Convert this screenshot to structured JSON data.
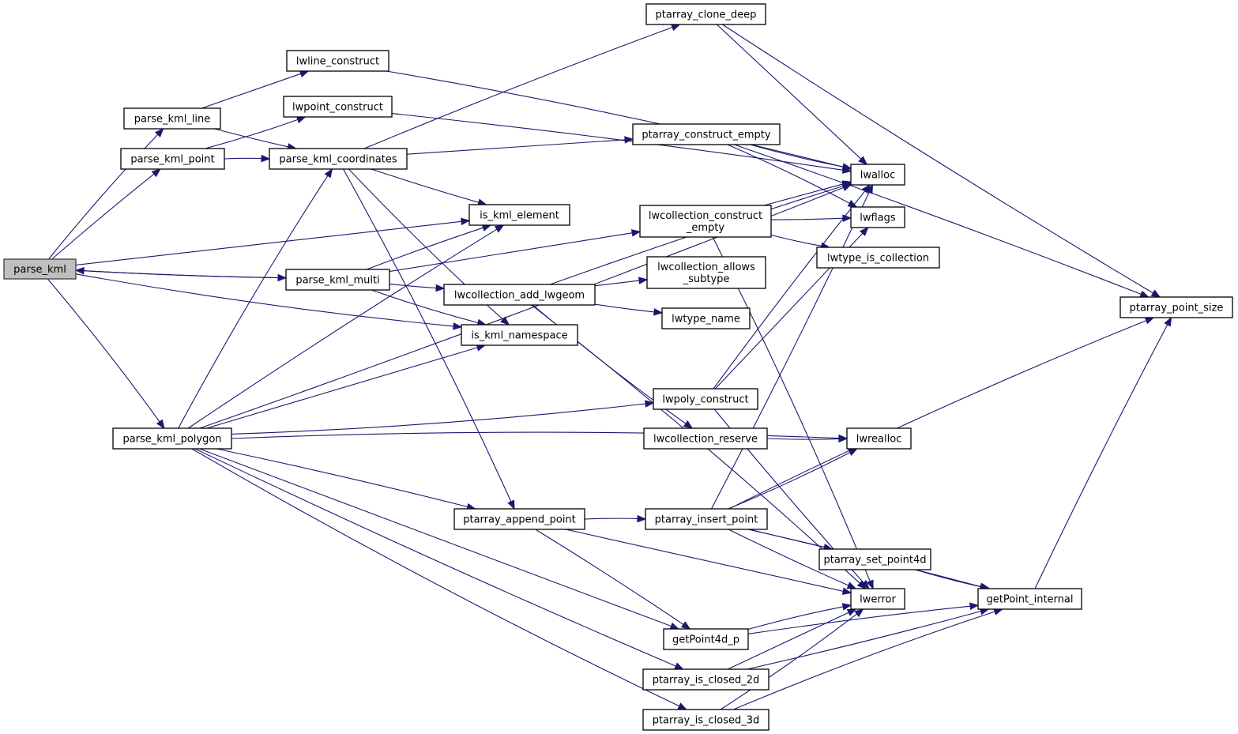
{
  "title": "parse_kml call graph",
  "colors": {
    "edge": "#191970",
    "root_fill": "#bfbfbf",
    "node_fill": "#ffffff",
    "node_border": "#000000"
  },
  "nodes": [
    {
      "id": "parse_kml",
      "lines": [
        "parse_kml"
      ],
      "root": true
    },
    {
      "id": "parse_kml_line",
      "lines": [
        "parse_kml_line"
      ]
    },
    {
      "id": "parse_kml_point",
      "lines": [
        "parse_kml_point"
      ]
    },
    {
      "id": "parse_kml_multi",
      "lines": [
        "parse_kml_multi"
      ]
    },
    {
      "id": "parse_kml_polygon",
      "lines": [
        "parse_kml_polygon"
      ]
    },
    {
      "id": "lwline_construct",
      "lines": [
        "lwline_construct"
      ]
    },
    {
      "id": "lwpoint_construct",
      "lines": [
        "lwpoint_construct"
      ]
    },
    {
      "id": "parse_kml_coordinates",
      "lines": [
        "parse_kml_coordinates"
      ]
    },
    {
      "id": "ptarray_clone_deep",
      "lines": [
        "ptarray_clone_deep"
      ]
    },
    {
      "id": "ptarray_construct_empty",
      "lines": [
        "ptarray_construct_empty"
      ]
    },
    {
      "id": "is_kml_element",
      "lines": [
        "is_kml_element"
      ]
    },
    {
      "id": "lwcollection_construct_empty",
      "lines": [
        "lwcollection_construct",
        "_empty"
      ]
    },
    {
      "id": "lwcollection_allows_subtype",
      "lines": [
        "lwcollection_allows",
        "_subtype"
      ]
    },
    {
      "id": "lwcollection_add_lwgeom",
      "lines": [
        "lwcollection_add_lwgeom"
      ]
    },
    {
      "id": "lwtype_name",
      "lines": [
        "lwtype_name"
      ]
    },
    {
      "id": "is_kml_namespace",
      "lines": [
        "is_kml_namespace"
      ]
    },
    {
      "id": "lwpoly_construct",
      "lines": [
        "lwpoly_construct"
      ]
    },
    {
      "id": "lwcollection_reserve",
      "lines": [
        "lwcollection_reserve"
      ]
    },
    {
      "id": "ptarray_append_point",
      "lines": [
        "ptarray_append_point"
      ]
    },
    {
      "id": "ptarray_insert_point",
      "lines": [
        "ptarray_insert_point"
      ]
    },
    {
      "id": "getPoint4d_p",
      "lines": [
        "getPoint4d_p"
      ]
    },
    {
      "id": "ptarray_is_closed_2d",
      "lines": [
        "ptarray_is_closed_2d"
      ]
    },
    {
      "id": "ptarray_is_closed_3d",
      "lines": [
        "ptarray_is_closed_3d"
      ]
    },
    {
      "id": "lwalloc",
      "lines": [
        "lwalloc"
      ]
    },
    {
      "id": "lwflags",
      "lines": [
        "lwflags"
      ]
    },
    {
      "id": "lwtype_is_collection",
      "lines": [
        "lwtype_is_collection"
      ]
    },
    {
      "id": "lwrealloc",
      "lines": [
        "lwrealloc"
      ]
    },
    {
      "id": "ptarray_set_point4d",
      "lines": [
        "ptarray_set_point4d"
      ]
    },
    {
      "id": "lwerror",
      "lines": [
        "lwerror"
      ]
    },
    {
      "id": "getPoint_internal",
      "lines": [
        "getPoint_internal"
      ]
    },
    {
      "id": "ptarray_point_size",
      "lines": [
        "ptarray_point_size"
      ]
    }
  ],
  "edges": [
    {
      "from": "parse_kml",
      "to": "parse_kml_line"
    },
    {
      "from": "parse_kml",
      "to": "parse_kml_point"
    },
    {
      "from": "parse_kml",
      "to": "is_kml_element"
    },
    {
      "from": "parse_kml",
      "to": "parse_kml_multi"
    },
    {
      "from": "parse_kml",
      "to": "is_kml_namespace"
    },
    {
      "from": "parse_kml",
      "to": "parse_kml_polygon"
    },
    {
      "from": "parse_kml_multi",
      "to": "parse_kml"
    },
    {
      "from": "parse_kml_line",
      "to": "lwline_construct"
    },
    {
      "from": "parse_kml_line",
      "to": "parse_kml_coordinates"
    },
    {
      "from": "parse_kml_point",
      "to": "lwpoint_construct"
    },
    {
      "from": "parse_kml_point",
      "to": "parse_kml_coordinates"
    },
    {
      "from": "parse_kml_coordinates",
      "to": "ptarray_clone_deep"
    },
    {
      "from": "parse_kml_coordinates",
      "to": "ptarray_construct_empty"
    },
    {
      "from": "parse_kml_coordinates",
      "to": "is_kml_element"
    },
    {
      "from": "parse_kml_coordinates",
      "to": "is_kml_namespace"
    },
    {
      "from": "parse_kml_coordinates",
      "to": "ptarray_append_point"
    },
    {
      "from": "parse_kml_multi",
      "to": "is_kml_element"
    },
    {
      "from": "parse_kml_multi",
      "to": "lwcollection_construct_empty"
    },
    {
      "from": "parse_kml_multi",
      "to": "lwcollection_add_lwgeom"
    },
    {
      "from": "parse_kml_multi",
      "to": "is_kml_namespace"
    },
    {
      "from": "parse_kml_polygon",
      "to": "parse_kml_coordinates"
    },
    {
      "from": "parse_kml_polygon",
      "to": "is_kml_element"
    },
    {
      "from": "parse_kml_polygon",
      "to": "is_kml_namespace"
    },
    {
      "from": "parse_kml_polygon",
      "to": "lwalloc"
    },
    {
      "from": "parse_kml_polygon",
      "to": "lwpoly_construct"
    },
    {
      "from": "parse_kml_polygon",
      "to": "lwrealloc"
    },
    {
      "from": "parse_kml_polygon",
      "to": "ptarray_append_point"
    },
    {
      "from": "parse_kml_polygon",
      "to": "getPoint4d_p"
    },
    {
      "from": "parse_kml_polygon",
      "to": "ptarray_is_closed_2d"
    },
    {
      "from": "parse_kml_polygon",
      "to": "ptarray_is_closed_3d"
    },
    {
      "from": "lwline_construct",
      "to": "lwalloc"
    },
    {
      "from": "lwpoint_construct",
      "to": "lwalloc"
    },
    {
      "from": "ptarray_clone_deep",
      "to": "lwalloc"
    },
    {
      "from": "ptarray_clone_deep",
      "to": "ptarray_point_size"
    },
    {
      "from": "ptarray_construct_empty",
      "to": "lwalloc"
    },
    {
      "from": "ptarray_construct_empty",
      "to": "lwflags"
    },
    {
      "from": "ptarray_construct_empty",
      "to": "ptarray_point_size"
    },
    {
      "from": "lwcollection_construct_empty",
      "to": "lwalloc"
    },
    {
      "from": "lwcollection_construct_empty",
      "to": "lwflags"
    },
    {
      "from": "lwcollection_construct_empty",
      "to": "lwtype_is_collection"
    },
    {
      "from": "lwcollection_construct_empty",
      "to": "lwerror"
    },
    {
      "from": "lwcollection_add_lwgeom",
      "to": "lwalloc"
    },
    {
      "from": "lwcollection_add_lwgeom",
      "to": "lwcollection_allows_subtype"
    },
    {
      "from": "lwcollection_add_lwgeom",
      "to": "lwtype_name"
    },
    {
      "from": "lwcollection_add_lwgeom",
      "to": "lwcollection_reserve"
    },
    {
      "from": "lwcollection_add_lwgeom",
      "to": "lwerror"
    },
    {
      "from": "lwpoly_construct",
      "to": "lwalloc"
    },
    {
      "from": "lwpoly_construct",
      "to": "lwflags"
    },
    {
      "from": "lwpoly_construct",
      "to": "lwerror"
    },
    {
      "from": "lwcollection_reserve",
      "to": "lwrealloc"
    },
    {
      "from": "ptarray_append_point",
      "to": "ptarray_insert_point"
    },
    {
      "from": "ptarray_append_point",
      "to": "getPoint4d_p"
    },
    {
      "from": "ptarray_append_point",
      "to": "lwerror"
    },
    {
      "from": "ptarray_insert_point",
      "to": "lwalloc"
    },
    {
      "from": "ptarray_insert_point",
      "to": "lwrealloc"
    },
    {
      "from": "ptarray_insert_point",
      "to": "ptarray_point_size"
    },
    {
      "from": "ptarray_insert_point",
      "to": "getPoint_internal"
    },
    {
      "from": "ptarray_insert_point",
      "to": "ptarray_set_point4d"
    },
    {
      "from": "ptarray_insert_point",
      "to": "lwerror"
    },
    {
      "from": "ptarray_set_point4d",
      "to": "getPoint_internal"
    },
    {
      "from": "getPoint4d_p",
      "to": "lwerror"
    },
    {
      "from": "getPoint4d_p",
      "to": "getPoint_internal"
    },
    {
      "from": "ptarray_is_closed_2d",
      "to": "lwerror"
    },
    {
      "from": "ptarray_is_closed_2d",
      "to": "getPoint_internal"
    },
    {
      "from": "ptarray_is_closed_3d",
      "to": "lwerror"
    },
    {
      "from": "ptarray_is_closed_3d",
      "to": "getPoint_internal"
    },
    {
      "from": "getPoint_internal",
      "to": "ptarray_point_size"
    }
  ]
}
